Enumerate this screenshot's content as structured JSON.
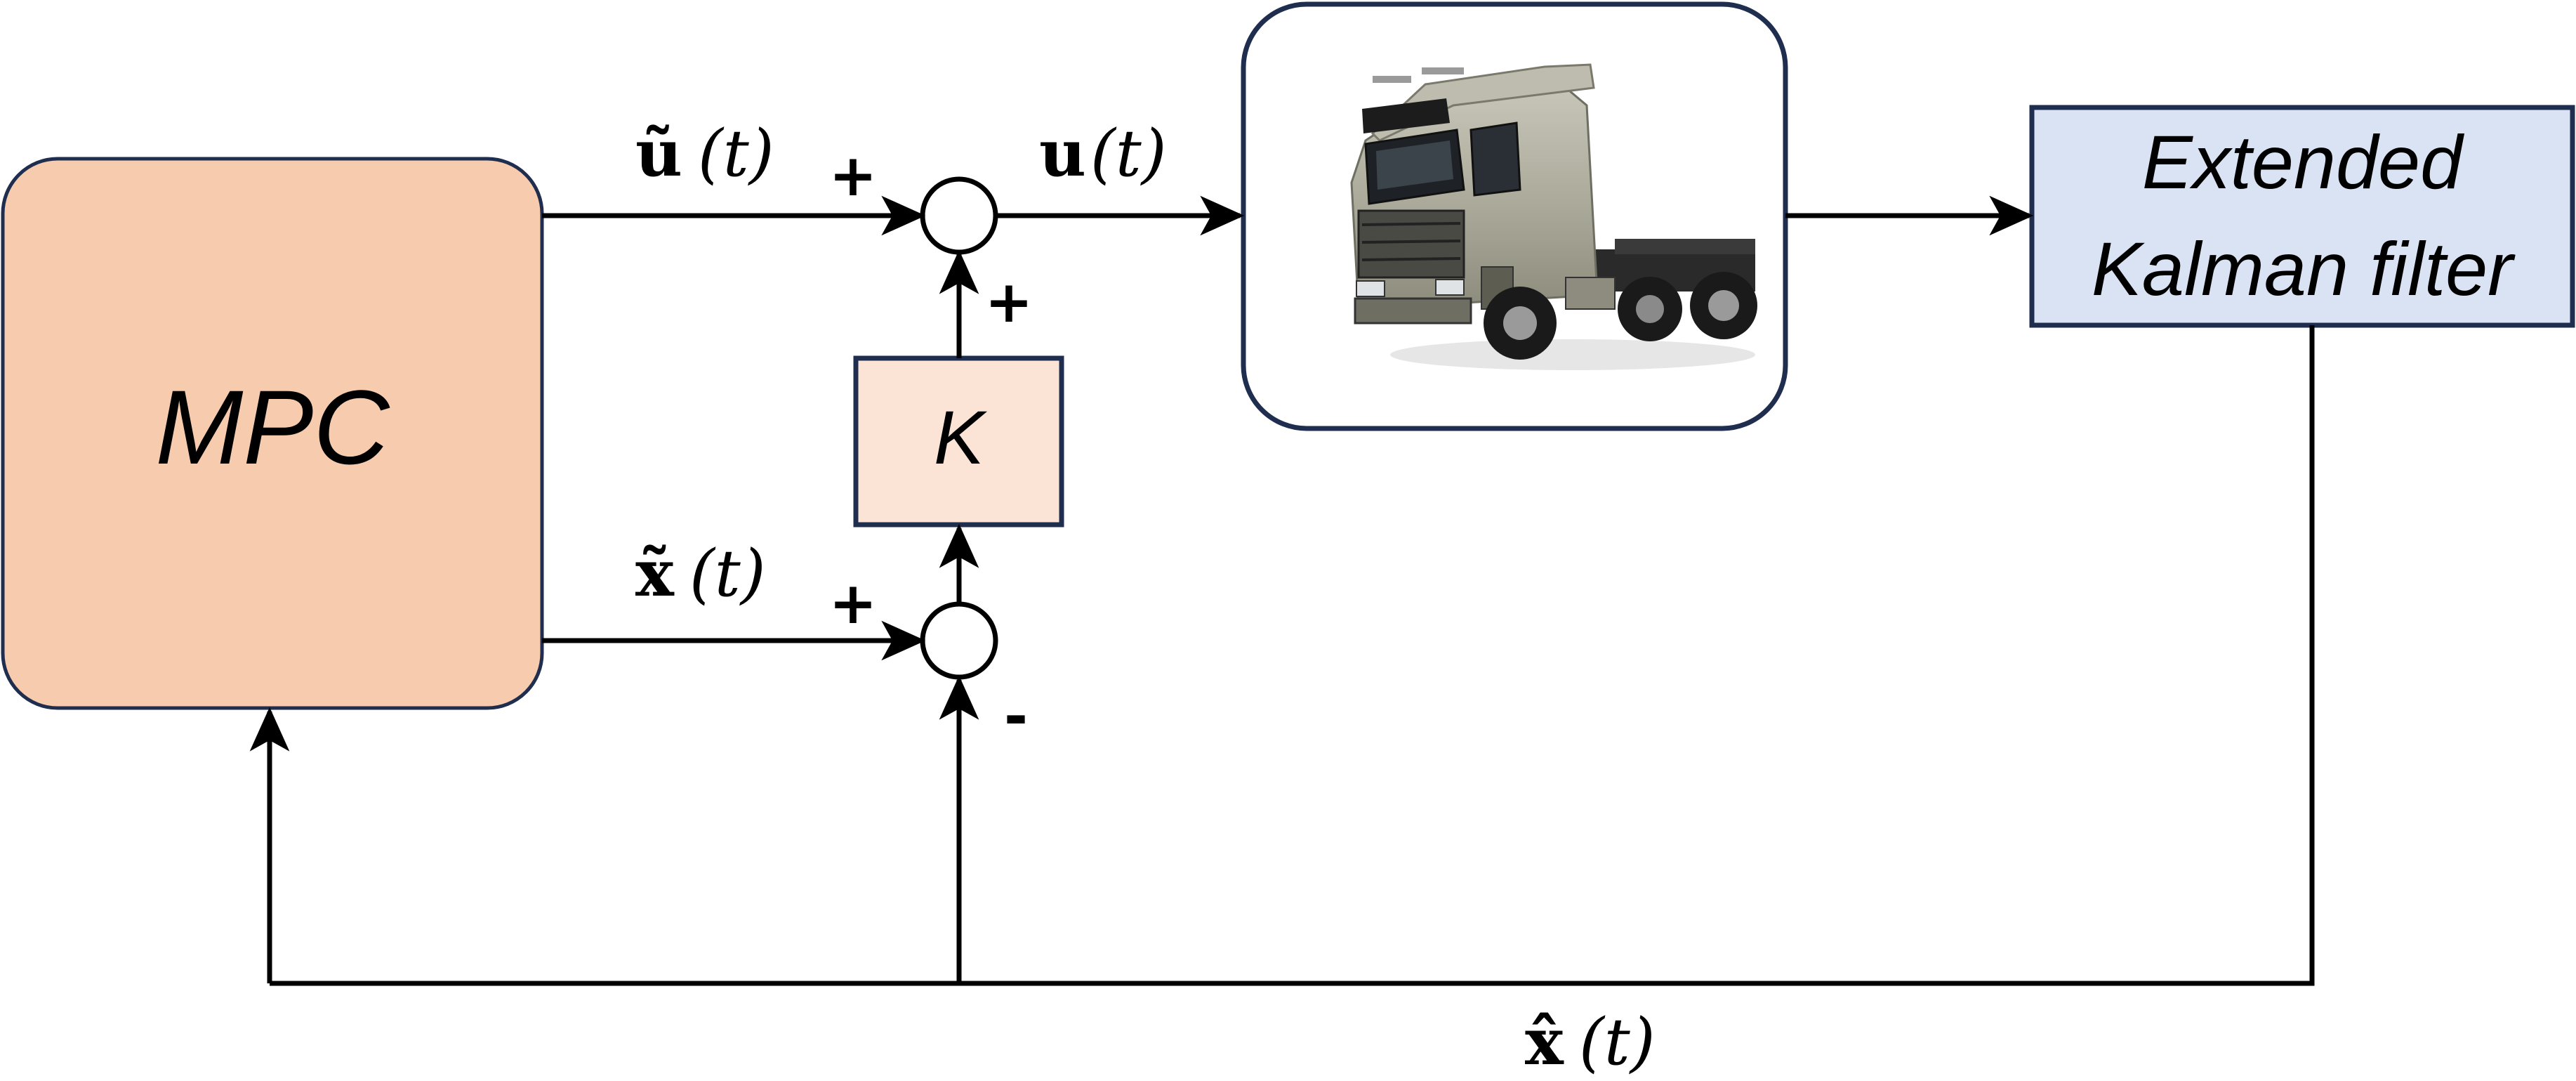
{
  "blocks": {
    "mpc": {
      "label": "MPC",
      "fill": "#f7cbad",
      "stroke": "#1f2d4f"
    },
    "gain": {
      "label": "K",
      "fill": "#fbe3d6",
      "stroke": "#1f2d4f"
    },
    "plant": {
      "icon": "truck-icon",
      "fill": "#ffffff",
      "stroke": "#1f2d4f"
    },
    "ekf": {
      "line1": "Extended",
      "line2": "Kalman filter",
      "fill": "#dae3f3",
      "stroke": "#1f2d4f"
    }
  },
  "signals": {
    "u_tilde": {
      "symbol": "ũ",
      "arg": "(t)"
    },
    "u": {
      "symbol": "u",
      "arg": "(t)"
    },
    "x_tilde": {
      "symbol": "x̃",
      "arg": "(t)"
    },
    "x_hat": {
      "symbol": "x̂",
      "arg": "(t)"
    }
  },
  "signs": {
    "sum1_left": "+",
    "sum1_bottom": "+",
    "sum2_left": "+",
    "sum2_bottom": "-"
  }
}
